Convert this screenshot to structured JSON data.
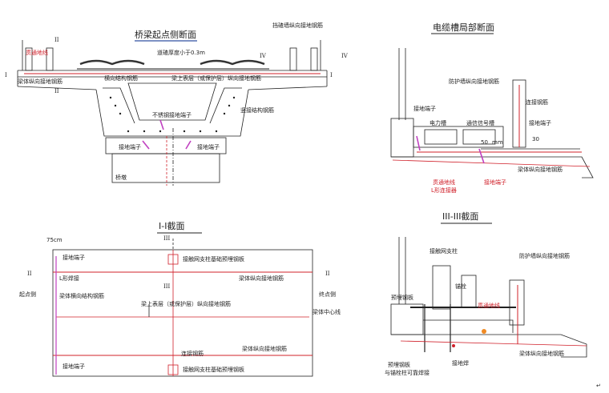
{
  "colors": {
    "ink": "#222222",
    "red": "#d0202a",
    "magenta": "#c040c0",
    "orange": "#f08a24",
    "fill": "#efefef"
  },
  "panel_tl": {
    "title": "桥梁起点侧断面",
    "labels": {
      "anchor_steel": "挡碴墙纵向接地钢筋",
      "thru_ground": "贯通地线",
      "beam_long": "梁体纵向接地钢筋",
      "cable_conduit": "道碴厚度小于0.3m",
      "vertical_struct": "横向结构钢筋",
      "surface_layer": "梁上表层（或保护层）纵向接地钢筋",
      "no_rebar": "不锈钢接地端子",
      "tie_bar": "接地端子",
      "vert_rebar": "竖接结构钢筋",
      "ground_term": "接地端子",
      "pier": "桥墩",
      "m_ii_top": "II",
      "m_ii_bot": "II",
      "m_i_left": "I",
      "m_iv_a": "IV",
      "m_iv_b": "IV",
      "m_i_right": "I"
    }
  },
  "panel_tr": {
    "title": "电缆槽局部断面",
    "labels": {
      "wall_rebar": "防护墙纵向接地钢筋",
      "connect_rebar": "连接钢筋",
      "ground_term_left": "接地端子",
      "power_trough": "电力槽",
      "signal_trough": "通信信号槽",
      "ground_term_right": "接地端子",
      "dim_50": "50",
      "dim_mm": "mm",
      "dim_30": "30",
      "thru_ground": "贯通地线",
      "l_connector": "L形连接器",
      "ground_term_red": "接地端子",
      "beam_long": "梁体纵向接地钢筋"
    }
  },
  "panel_bl": {
    "title": "I-I截面",
    "labels": {
      "dim_75": "75cm",
      "m_iii_top": "III",
      "ground_term_top": "接地端子",
      "anchor_pre": "接触网支柱基础预埋钢板",
      "m_ii_left": "II",
      "m_ii_right": "II",
      "l_weld": "L形焊接",
      "beam_long_top": "梁体纵向接地钢筋",
      "start_side": "起点侧",
      "end_side": "终点侧",
      "beam_struct": "梁体横向结构钢筋",
      "m_iii_bot": "III",
      "surface_long": "梁上表层（或保护层）纵向接地钢筋",
      "center_line": "梁体中心线",
      "connect_rebar": "连接钢筋",
      "beam_long_bot": "梁体纵向接地钢筋",
      "ground_term_bot": "接地端子",
      "anchor_pre_bot": "接触网支柱基础预埋钢板"
    }
  },
  "panel_br": {
    "title": "III-III截面",
    "labels": {
      "pole": "接触网支柱",
      "wall_rebar": "防护墙纵向接地钢筋",
      "anchor_bolt": "锚栓",
      "pre_plate": "预埋钢板",
      "thru_ground": "贯通地线",
      "pre_plate_bot": "预埋钢板",
      "bolt_weld": "与锚栓柱可靠焊接",
      "ground_weld": "接地焊",
      "beam_long": "梁体纵向接地钢筋"
    }
  },
  "footer": {
    "mark": "↵"
  }
}
